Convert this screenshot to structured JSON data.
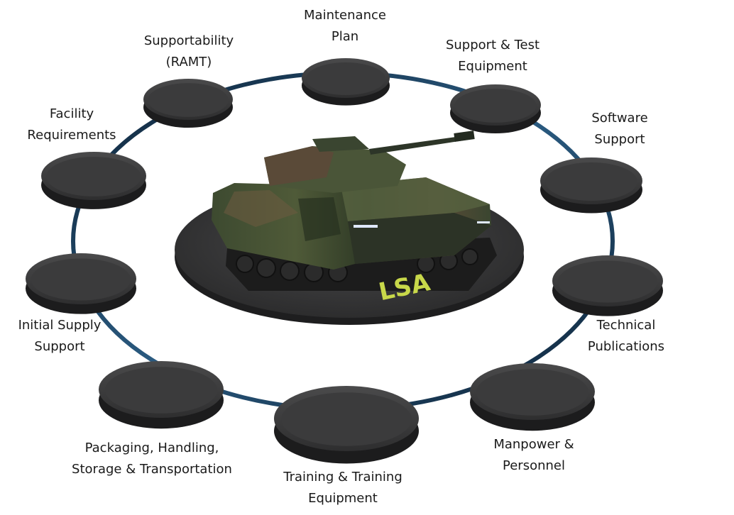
{
  "center": {
    "label": "LSA",
    "label_color": "#c8d84a",
    "icon": "armored-vehicle-icon"
  },
  "elements": [
    {
      "id": "maintenance-plan",
      "lines": [
        "Maintenance",
        "Plan"
      ]
    },
    {
      "id": "support-test-equipment",
      "lines": [
        "Support & Test",
        "Equipment"
      ]
    },
    {
      "id": "software-support",
      "lines": [
        "Software",
        "Support"
      ]
    },
    {
      "id": "technical-publications",
      "lines": [
        "Technical",
        "Publications"
      ]
    },
    {
      "id": "manpower-personnel",
      "lines": [
        "Manpower &",
        "Personnel"
      ]
    },
    {
      "id": "training-equipment",
      "lines": [
        "Training & Training",
        "Equipment"
      ]
    },
    {
      "id": "packaging-handling",
      "lines": [
        "Packaging, Handling,",
        "Storage & Transportation"
      ]
    },
    {
      "id": "initial-supply-support",
      "lines": [
        "Initial Supply",
        "Support"
      ]
    },
    {
      "id": "facility-requirements",
      "lines": [
        "Facility",
        "Requirements"
      ]
    },
    {
      "id": "supportability-ramt",
      "lines": [
        "Supportability",
        "(RAMT)"
      ]
    }
  ],
  "colors": {
    "ring": "#17344f",
    "disc_top": "#3b3b3c",
    "disc_side": "#1c1c1d",
    "platform": "#333334"
  }
}
